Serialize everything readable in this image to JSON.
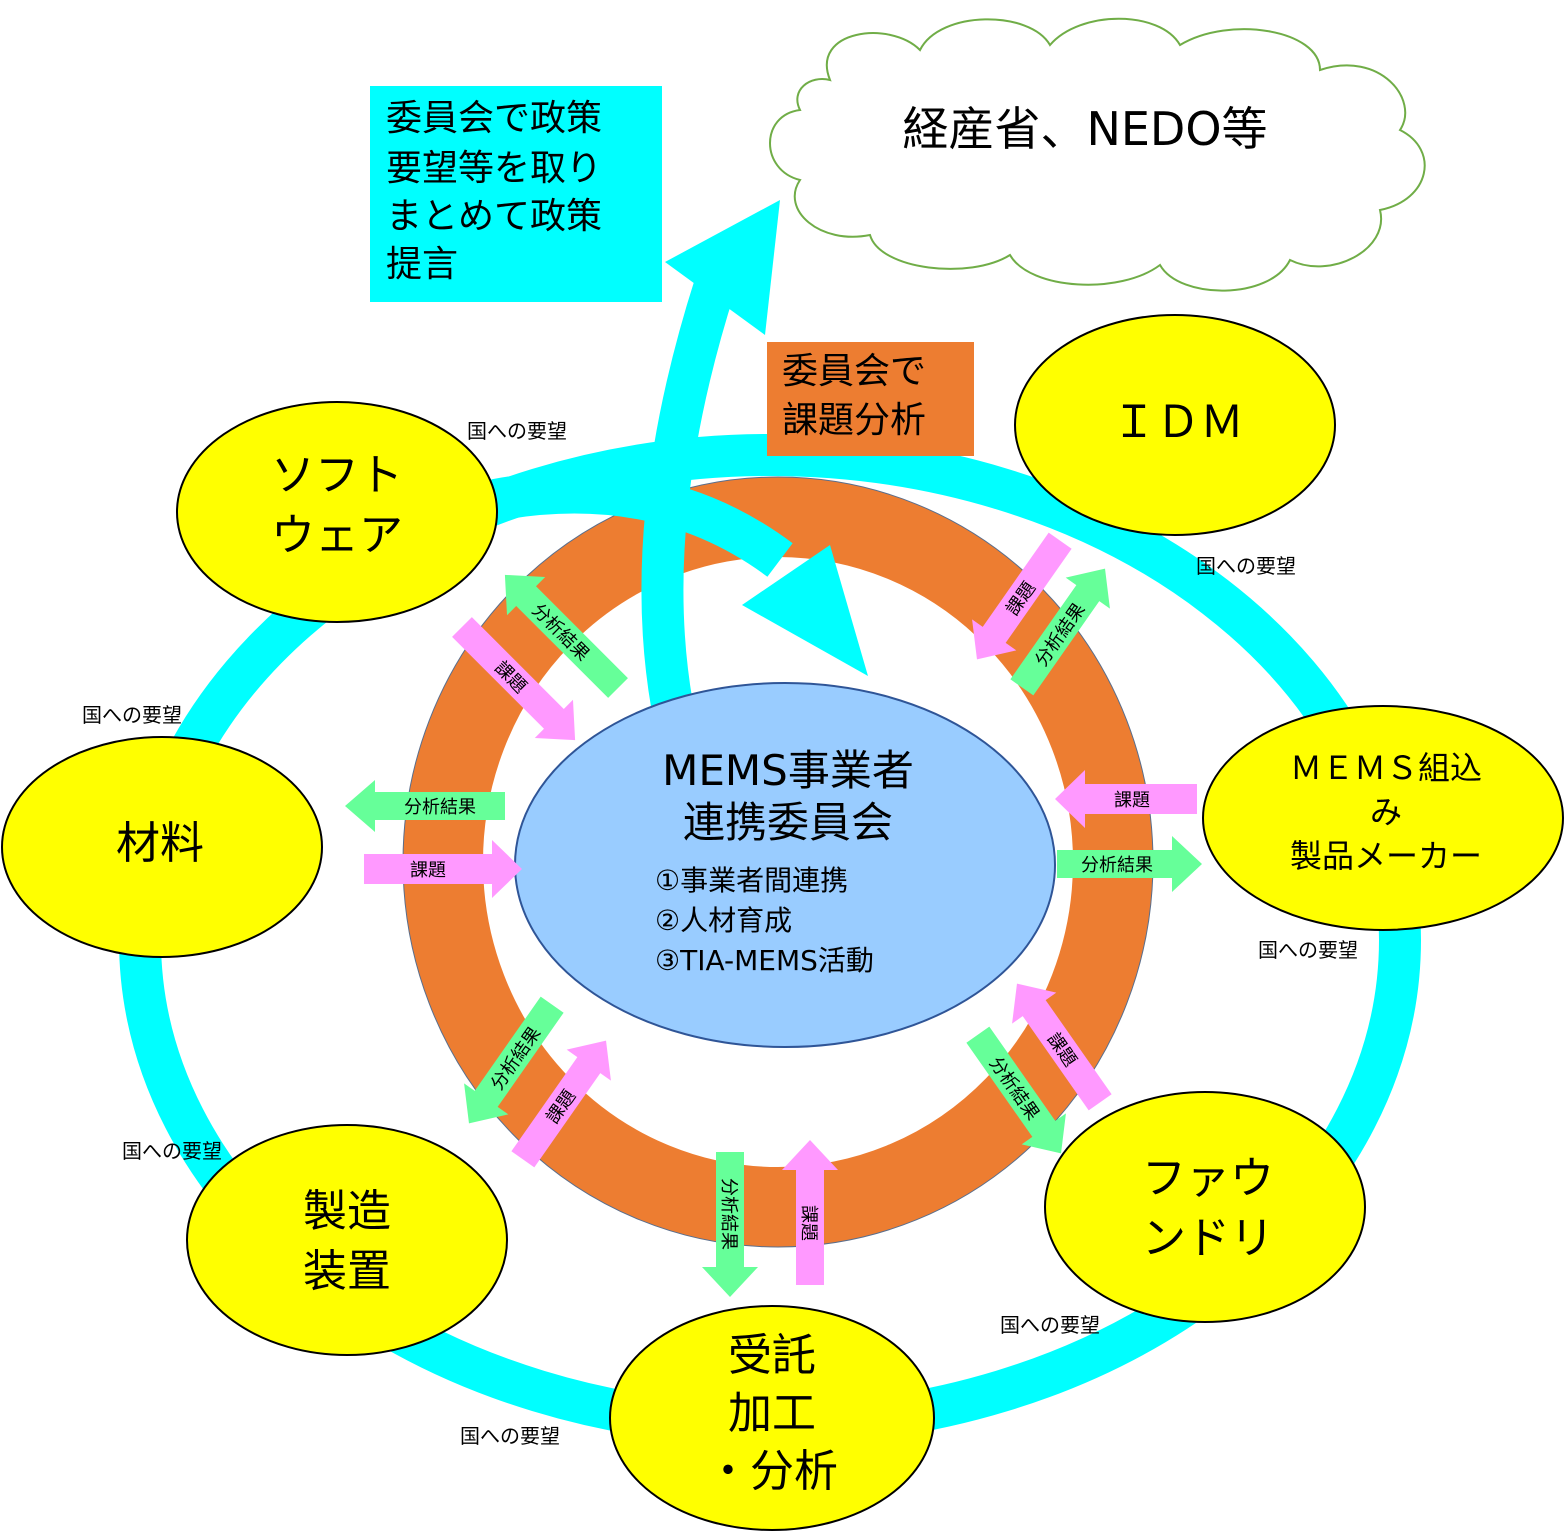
{
  "colors": {
    "cyan": "#00ffff",
    "orange": "#ed7d31",
    "yellow": "#ffff00",
    "center_fill": "#99ccff",
    "green_arrow": "#66ff99",
    "pink_arrow": "#ff99ff",
    "cloud_stroke": "#70ad47"
  },
  "cloud": {
    "label": "経産省、NEDO等"
  },
  "policy_box": {
    "lines": [
      "委員会で政策",
      "要望等を取り",
      "まとめて政策",
      "提言"
    ]
  },
  "analysis_box": {
    "lines": [
      "委員会で",
      "課題分析"
    ]
  },
  "center": {
    "title_lines": [
      "MEMS事業者",
      "連携委員会"
    ],
    "items": [
      "①事業者間連携",
      "②人材育成",
      "③TIA-MEMS活動"
    ]
  },
  "nodes": {
    "software": [
      "ソフト",
      "ウェア"
    ],
    "idm": [
      "ＩＤＭ"
    ],
    "material": [
      "材料"
    ],
    "mems_maker": [
      "ＭＥＭＳ組込",
      "み",
      "製品メーカー"
    ],
    "equipment": [
      "製造",
      "装置"
    ],
    "foundry": [
      "ファウ",
      "ンドリ"
    ],
    "contract": [
      "受託",
      "加工",
      "・分析"
    ]
  },
  "requests": {
    "label": "国への要望",
    "count": 7
  },
  "arrow_labels": {
    "analysis_result": "分析結果",
    "issue": "課題"
  },
  "icons": {
    "cloud": "cloud-shape",
    "ring": "cyan-ring",
    "inner_ring": "orange-ring"
  }
}
